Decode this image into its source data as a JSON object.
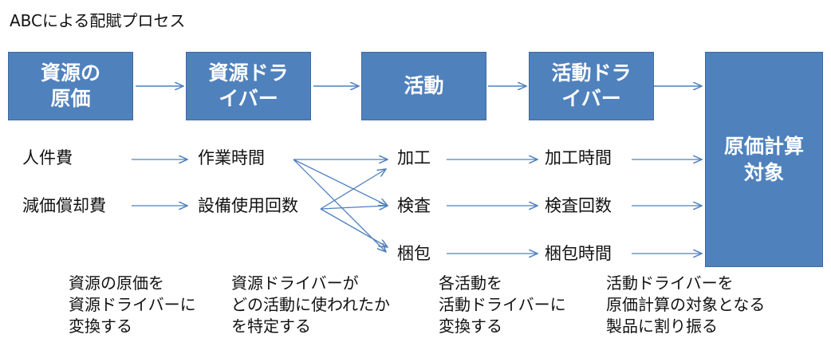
{
  "title": "ABCによる配賦プロセス",
  "boxes": {
    "resource_cost": "資源の\n原価",
    "resource_driver": "資源ドラ\nイバー",
    "activity": "活動",
    "activity_driver": "活動ドラ\nイバー",
    "cost_object": "原価計算\n対象"
  },
  "resources": [
    "人件費",
    "減価償却費"
  ],
  "resource_drivers": [
    "作業時間",
    "設備使用回数"
  ],
  "activities": [
    "加工",
    "検査",
    "梱包"
  ],
  "activity_drivers": [
    "加工時間",
    "検査回数",
    "梱包時間"
  ],
  "notes": [
    "資源の原価を\n資源ドライバーに\n変換する",
    "資源ドライバーが\nどの活動に使われたか\nを特定する",
    "各活動を\n活動ドライバーに\n変換する",
    "活動ドライバーを\n原価計算の対象となる\n製品に割り振る"
  ],
  "colors": {
    "box_fill": "#4f81bd",
    "arrow": "#4f81bd",
    "box_text": "#ffffff"
  }
}
